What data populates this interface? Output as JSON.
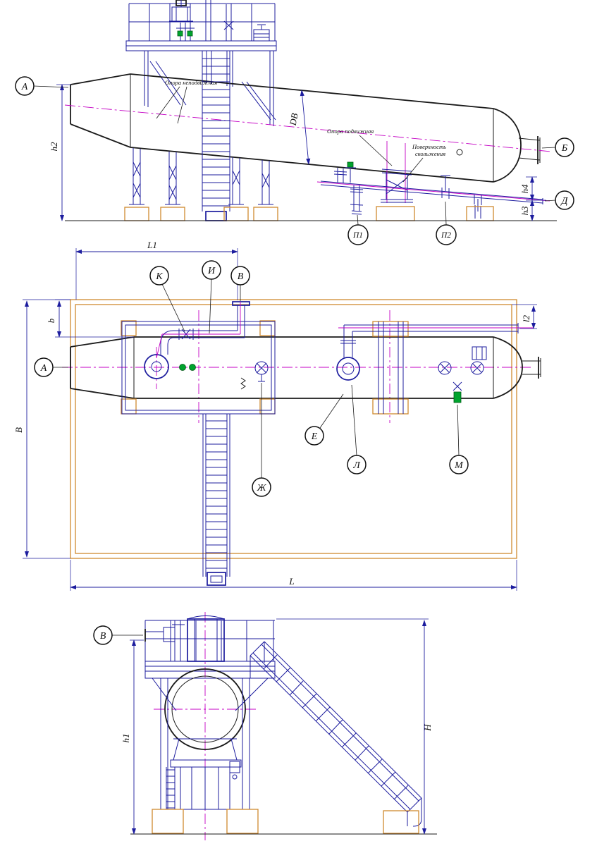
{
  "drawing_title": "Vessel installation drawing - three projections",
  "colors": {
    "line_blue": "#1c1c9e",
    "line_black": "#1a1a1a",
    "centerline_magenta": "#c400c4",
    "foundation_orange": "#d08a30",
    "accent_green": "#00a32e"
  },
  "side": {
    "callouts": {
      "a": "А",
      "b": "Б",
      "d": "Д",
      "p1": "П1",
      "p2": "П2"
    },
    "dims": {
      "h2": "h2",
      "h3": "h3",
      "h4": "h4",
      "db": "DB"
    },
    "notes": {
      "fixed": "Опора неподвижная",
      "movable": "Опора подвижная",
      "slide1": "Поверхность",
      "slide2": "скольжения"
    }
  },
  "plan": {
    "callouts": {
      "k": "К",
      "i": "И",
      "v": "В",
      "a": "А",
      "e": "Е",
      "l": "Л",
      "zh": "Ж",
      "m": "М"
    },
    "dims": {
      "l1": "L1",
      "b": "b",
      "bb": "B",
      "l2": "l2",
      "ll": "L"
    }
  },
  "end": {
    "callouts": {
      "v": "В"
    },
    "dims": {
      "h1": "h1",
      "h": "H"
    }
  }
}
